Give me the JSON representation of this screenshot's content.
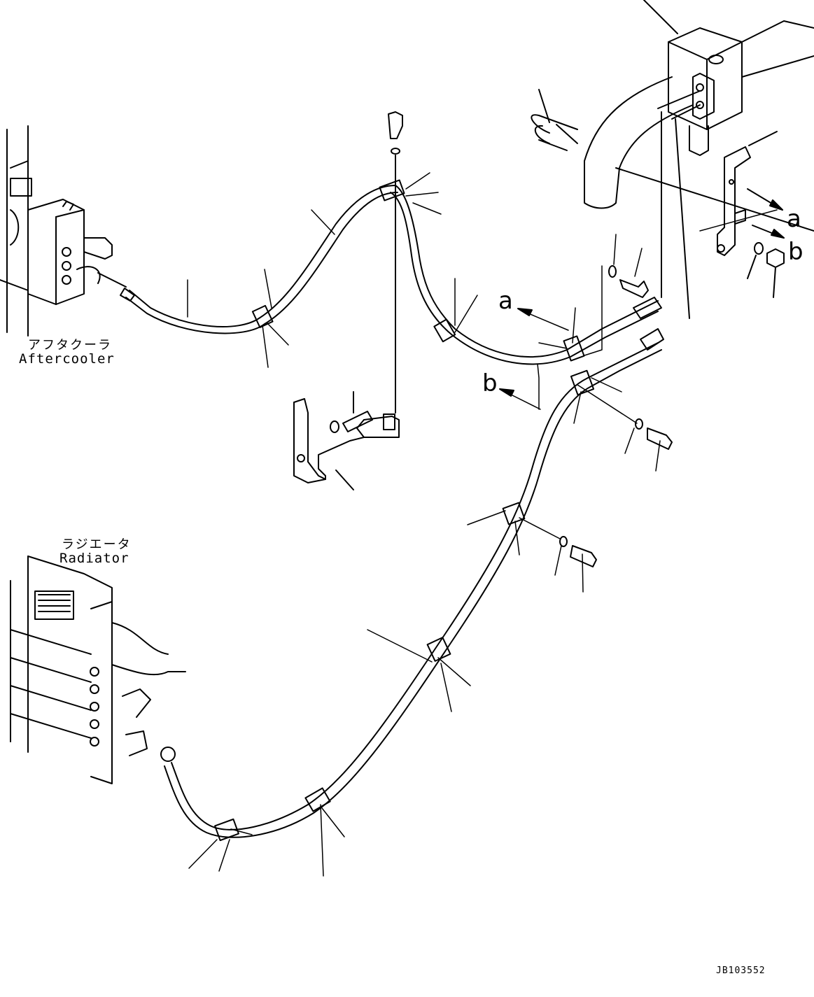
{
  "labels": {
    "aftercooler_jp": "アフタクーラ",
    "aftercooler_en": "Aftercooler",
    "radiator_jp": "ラジエータ",
    "radiator_en": "Radiator",
    "view_a_upper": "a",
    "view_b_upper": "b",
    "view_a_lower": "a",
    "view_b_lower": "b",
    "drawing_number": "JB103552"
  },
  "colors": {
    "line": "#000000",
    "background": "#ffffff"
  }
}
